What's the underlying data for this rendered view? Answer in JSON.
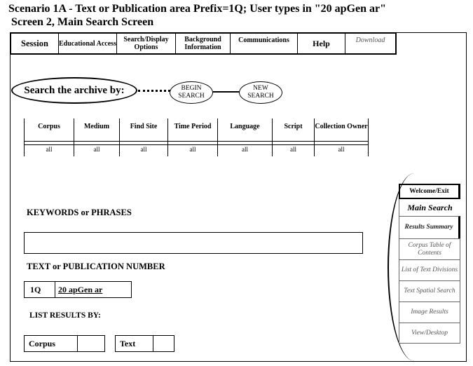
{
  "header": {
    "title": "Scenario 1A - Text or Publication area Prefix=1Q; User types in \"20 apGen ar\"",
    "subtitle": "Screen 2, Main Search Screen"
  },
  "nav": {
    "session": "Session",
    "educational": "Educational Access",
    "search_display": "Search/Display Options",
    "background": "Background Information",
    "communications": "Communications",
    "help": "Help",
    "download": "Download"
  },
  "archive": {
    "label": "Search the archive by:",
    "begin": "BEGIN SEARCH",
    "new": "NEW SEARCH"
  },
  "filters": [
    {
      "header": "Corpus",
      "value": "all"
    },
    {
      "header": "Medium",
      "value": "all"
    },
    {
      "header": "Find Site",
      "value": "all"
    },
    {
      "header": "Time Period",
      "value": "all"
    },
    {
      "header": "Language",
      "value": "all"
    },
    {
      "header": "Script",
      "value": "all"
    },
    {
      "header": "Collection Owner",
      "value": "all"
    }
  ],
  "keywords": {
    "label": "KEYWORDS or PHRASES",
    "value": ""
  },
  "text_pub": {
    "label": "TEXT or PUBLICATION NUMBER",
    "prefix": "1Q",
    "number": "20 apGen ar"
  },
  "list_results": {
    "label": "LIST RESULTS BY:",
    "options": [
      "Corpus",
      "Text"
    ]
  },
  "right_panel": {
    "items": [
      "Welcome/Exit",
      "Main Search",
      "Results Summary",
      "Corpus Table of Contents",
      "List of Text Divisions",
      "Text Spatial Search",
      "Image Results",
      "View/Desktop"
    ]
  }
}
